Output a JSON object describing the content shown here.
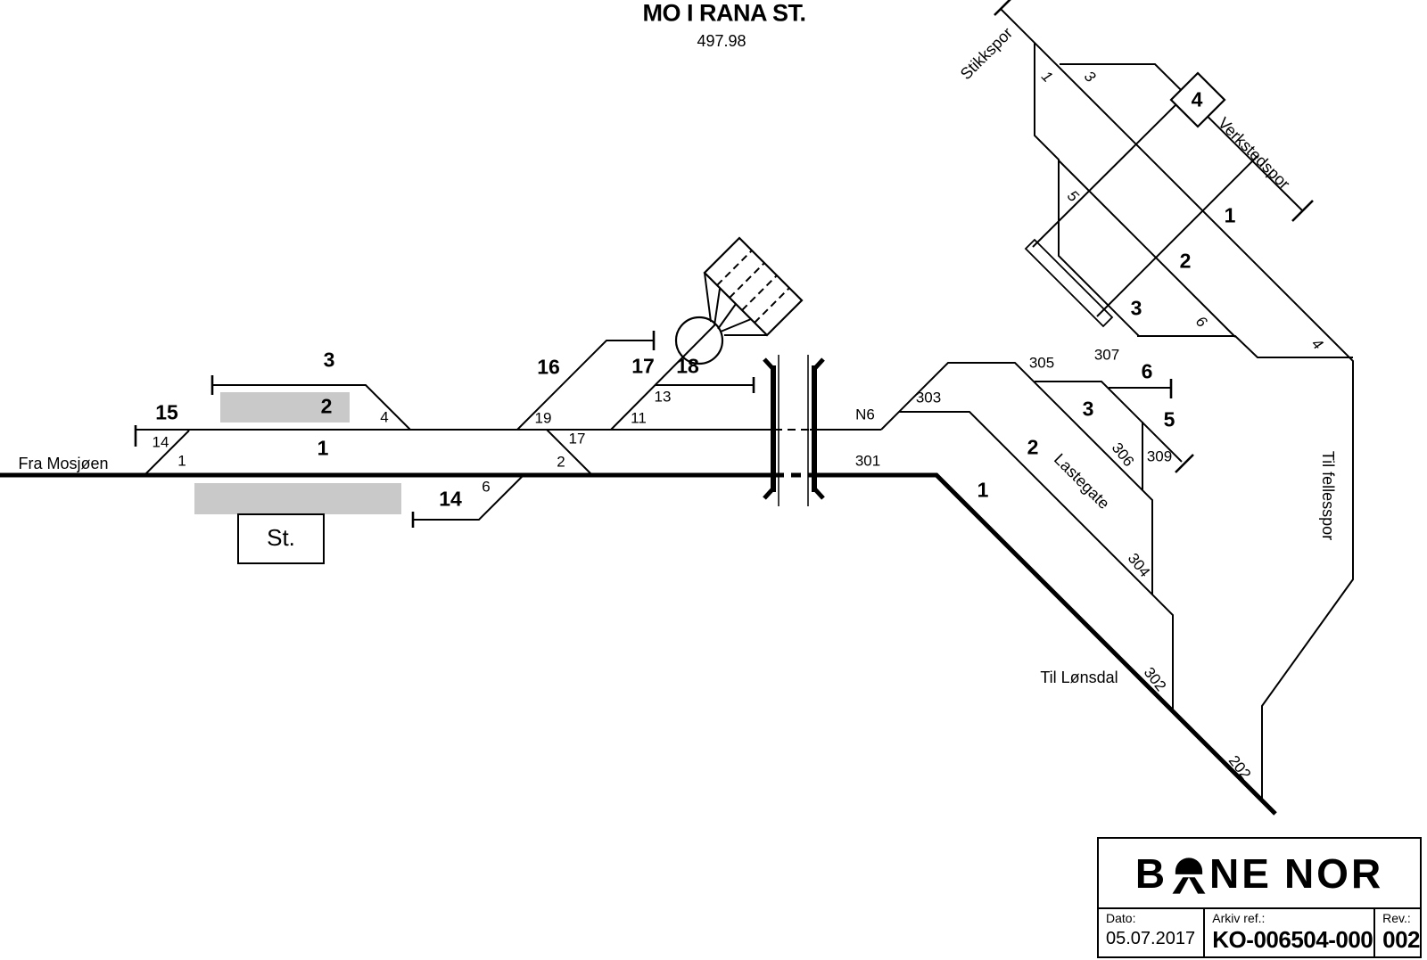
{
  "header": {
    "station_title": "MO I RANA ST.",
    "km_value": "497.98"
  },
  "diagram": {
    "direction_labels": {
      "fra_mosjoen": "Fra Mosjøen",
      "til_lonsdal": "Til Lønsdal",
      "til_fellesspor": "Til fellesspor",
      "stikkspor": "Stikkspor",
      "verkstedspor": "Verkstedspor",
      "lastegate": "Lastegate"
    },
    "station_box": "St.",
    "track_numbers": {
      "left_1": "1",
      "left_2": "2",
      "left_3": "3",
      "yard_1": "1",
      "yard_2": "2",
      "yard_3": "3",
      "yard_4": "4",
      "right_1": "1",
      "right_2": "2",
      "right_3": "3",
      "right_5": "5",
      "right_6": "6",
      "stub_14": "14",
      "stub_15": "15",
      "stub_16": "16",
      "stub_17": "17",
      "stub_18": "18"
    },
    "switch_numbers": {
      "sw_1": "1",
      "sw_14": "14",
      "sw_4": "4",
      "sw_6": "6",
      "sw_19": "19",
      "sw_17": "17",
      "sw_2": "2",
      "sw_11": "11",
      "sw_13": "13",
      "sw_N6": "N6",
      "sw_301": "301",
      "sw_303": "303",
      "sw_305": "305",
      "sw_307": "307",
      "sw_306": "306",
      "sw_309": "309",
      "sw_304": "304",
      "sw_302": "302",
      "sw_202": "202",
      "yard_sw_1": "1",
      "yard_sw_3": "3",
      "yard_sw_5": "5",
      "yard_sw_6": "6",
      "yard_sw_4": "4"
    },
    "colors": {
      "line": "#000000",
      "platform": "#c9c9c9",
      "background": "#ffffff"
    }
  },
  "title_block": {
    "logo_b": "B",
    "logo_ne": "NE",
    "logo_nor": "NOR",
    "dato_label": "Dato:",
    "dato_value": "05.07.2017",
    "arkiv_label": "Arkiv ref.:",
    "arkiv_value": "KO-006504-000",
    "rev_label": "Rev.:",
    "rev_value": "002"
  }
}
